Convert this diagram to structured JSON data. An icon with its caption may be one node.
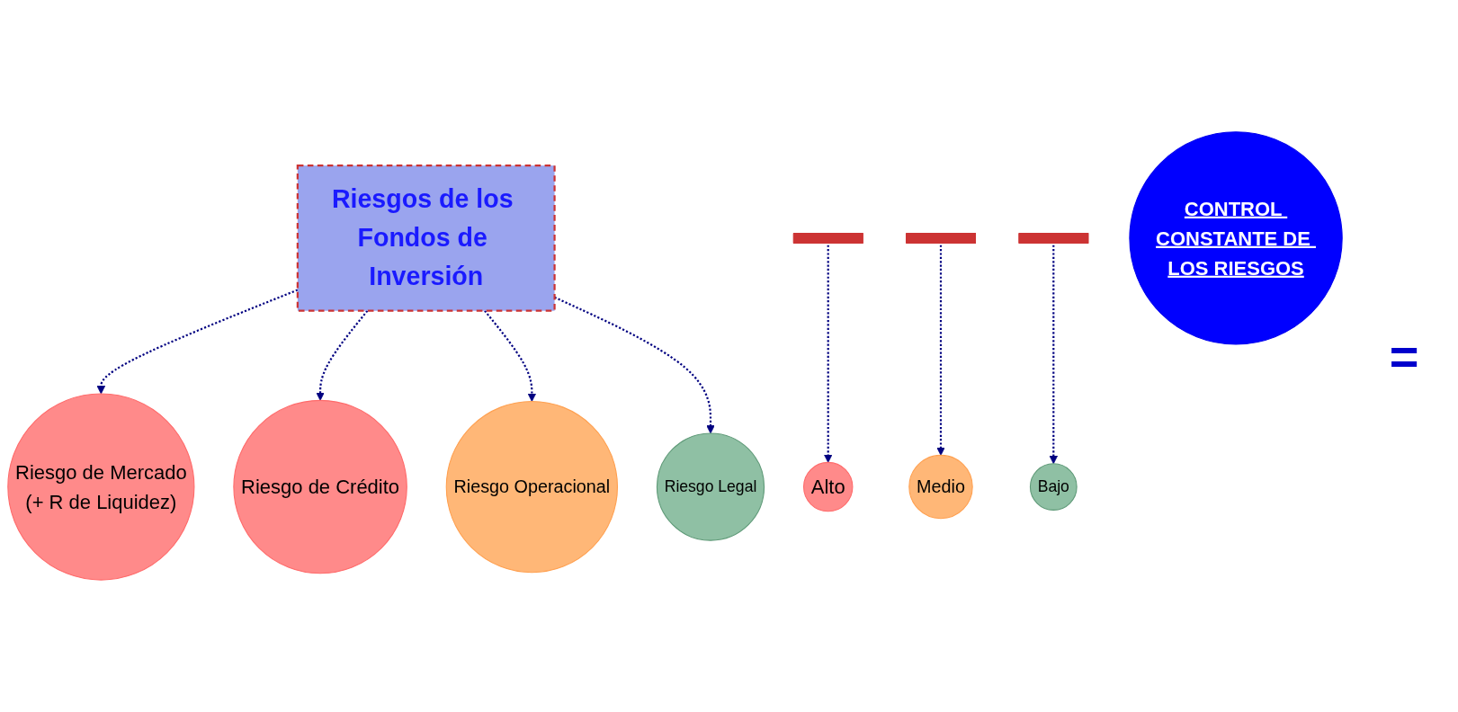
{
  "diagram": {
    "nodes": [
      {
        "text": [
          "Riesgos de los Fondos de Inversión"
        ]
      },
      {
        "text": [
          "Riesgo de Mercado",
          "(+ R de Liquidez)"
        ]
      },
      {
        "text": [
          "Riesgo de Crédito"
        ]
      },
      {
        "text": [
          "Riesgo Operacional"
        ]
      },
      {
        "text": [
          "Riesgo Legal"
        ]
      },
      {
        "text": [],
        "shape": "bar"
      },
      {
        "text": [],
        "shape": "bar"
      },
      {
        "text": [],
        "shape": "bar"
      },
      {
        "text": [
          "Alto"
        ]
      },
      {
        "text": [
          "Medio"
        ]
      },
      {
        "text": [
          "Bajo"
        ]
      },
      {
        "text": [
          "CONTROL CONSTANTE DE LOS RIESGOS"
        ]
      }
    ],
    "edges": [
      {
        "from": 0,
        "to": 1,
        "arrow": "to",
        "style": "dashed"
      },
      {
        "from": 0,
        "to": 2,
        "arrow": "to",
        "style": "dashed"
      },
      {
        "from": 0,
        "to": 3,
        "arrow": "to",
        "style": "dashed"
      },
      {
        "from": 0,
        "to": 4,
        "arrow": "to",
        "style": "dashed"
      },
      {
        "from": 5,
        "to": 8,
        "arrow": "to",
        "style": "dashed"
      },
      {
        "from": 6,
        "to": 9,
        "arrow": "to",
        "style": "dashed"
      },
      {
        "from": 7,
        "to": 10,
        "arrow": "to",
        "style": "dashed"
      }
    ],
    "labels": [
      "="
    ]
  }
}
